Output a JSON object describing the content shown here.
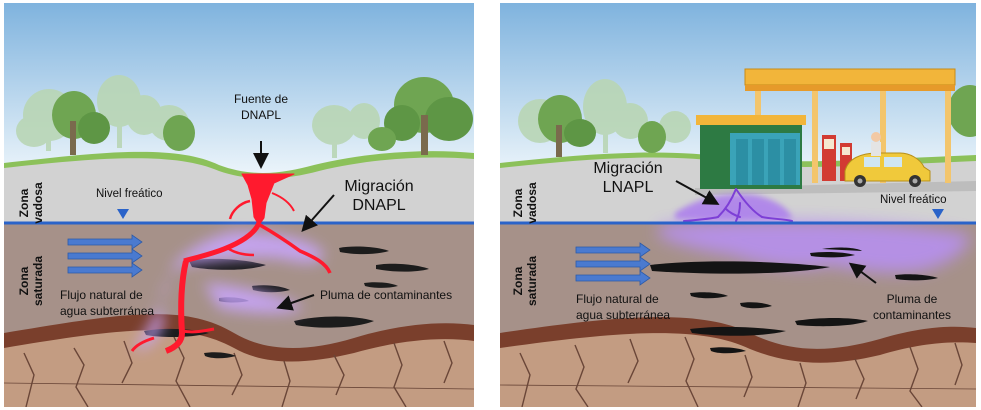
{
  "left_panel": {
    "source_label": [
      "Fuente de",
      "DNAPL"
    ],
    "migration_label": [
      "Migración",
      "DNAPL"
    ],
    "water_table_label": "Nivel freático",
    "vadose_zone_label": [
      "Zona",
      "vadosa"
    ],
    "saturated_zone_label": [
      "Zona",
      "saturada"
    ],
    "flow_label": [
      "Flujo natural de",
      "agua subterránea"
    ],
    "plume_label": "Pluma de contaminantes"
  },
  "right_panel": {
    "migration_label": [
      "Migración",
      "LNAPL"
    ],
    "water_table_label": "Nivel freático",
    "vadose_zone_label": [
      "Zona",
      "vadosa"
    ],
    "saturated_zone_label": [
      "Zona",
      "saturada"
    ],
    "flow_label": [
      "Flujo natural de",
      "agua subterránea"
    ],
    "plume_label": [
      "Pluma de",
      "contaminantes"
    ]
  },
  "colors": {
    "sky_top": "#7fb3de",
    "sky_bottom": "#e9f3fa",
    "vadose": "#d2d2d2",
    "saturated": "#a69189",
    "bedrock": "#7a3f2c",
    "water_line": "#2a63c9",
    "dnapl": "#ff1a2e",
    "lnapl_plume": "#b890f5",
    "contaminant": "#1a1a1a",
    "flow_arrow": "#4a7ad0"
  }
}
